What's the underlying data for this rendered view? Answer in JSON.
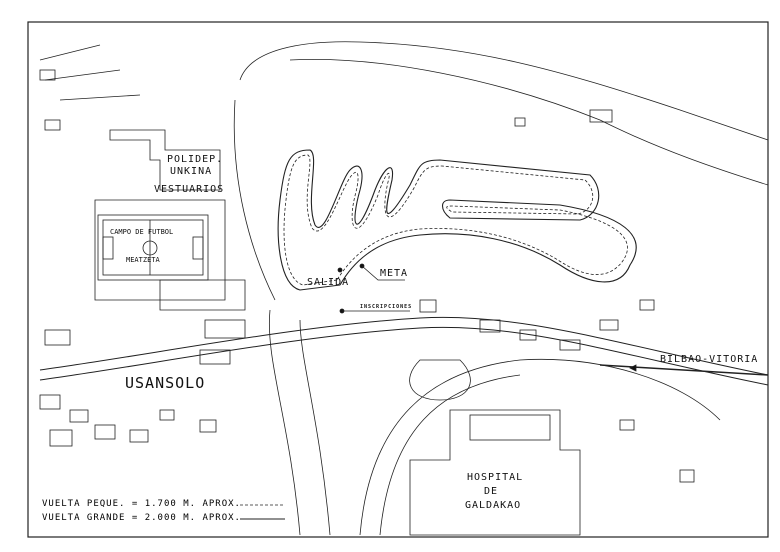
{
  "labels": {
    "polideportivo": "POLIDEP.",
    "unkina": "UNKINA",
    "vestuarios": "VESTUARIOS",
    "campo": "CAMPO DE FUTBOL",
    "meatzeta": "MEATZETA",
    "salida": "SALIDA",
    "meta": "META",
    "inscripciones": "INSCRIPCIONES",
    "usansolo": "USANSOLO",
    "bilbao_vitoria": "BILBAO-VITORIA",
    "hospital_1": "HOSPITAL",
    "hospital_2": "DE",
    "hospital_3": "GALDAKAO"
  },
  "legend": [
    {
      "text": "VUELTA PEQUE. = 1.700 M. APROX.",
      "line_style": "dashed"
    },
    {
      "text": "VUELTA GRANDE = 2.000 M. APROX.",
      "line_style": "solid"
    }
  ]
}
